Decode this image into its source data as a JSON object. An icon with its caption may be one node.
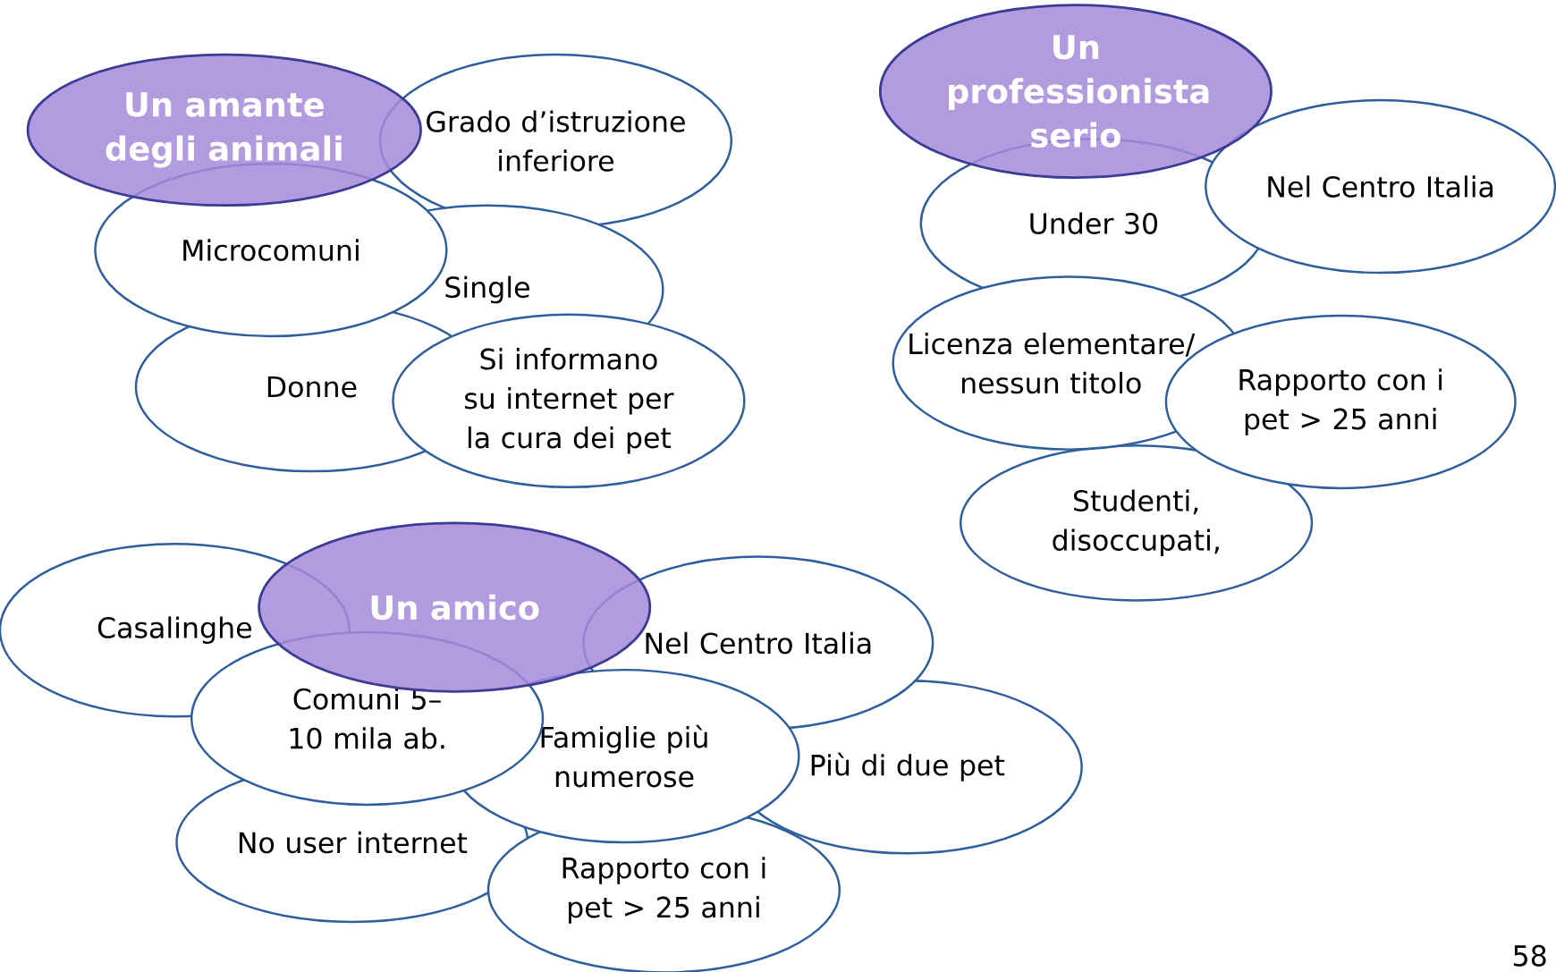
{
  "diagram": {
    "nodes": [
      {
        "text": [
          "Un amante degli animali"
        ]
      },
      {
        "text": [
          "Grado d’istruzione inferiore"
        ]
      },
      {
        "text": [
          "Microcomuni"
        ]
      },
      {
        "text": [
          "Single"
        ]
      },
      {
        "text": [
          "Donne"
        ]
      },
      {
        "text": [
          "Si informano su internet per la cura dei pet"
        ]
      },
      {
        "text": [
          "Un professionista serio"
        ]
      },
      {
        "text": [
          "Under 30"
        ]
      },
      {
        "text": [
          "Nel Centro Italia"
        ]
      },
      {
        "text": [
          "Licenza elementare/ nessun titolo"
        ]
      },
      {
        "text": [
          "Rapporto con i pet > 25 anni"
        ]
      },
      {
        "text": [
          "Studenti, disoccupati,"
        ]
      },
      {
        "text": [
          "Un amico"
        ]
      },
      {
        "text": [
          "Casalinghe"
        ]
      },
      {
        "text": [
          "Nel Centro Italia"
        ]
      },
      {
        "text": [
          "Comuni 5– 10 mila ab."
        ]
      },
      {
        "text": [
          "Famiglie più numerose"
        ]
      },
      {
        "text": [
          "Più di due pet"
        ]
      },
      {
        "text": [
          "No user internet"
        ]
      },
      {
        "text": [
          "Rapporto con i pet > 25 anni"
        ]
      }
    ],
    "labels": [
      "58"
    ]
  }
}
